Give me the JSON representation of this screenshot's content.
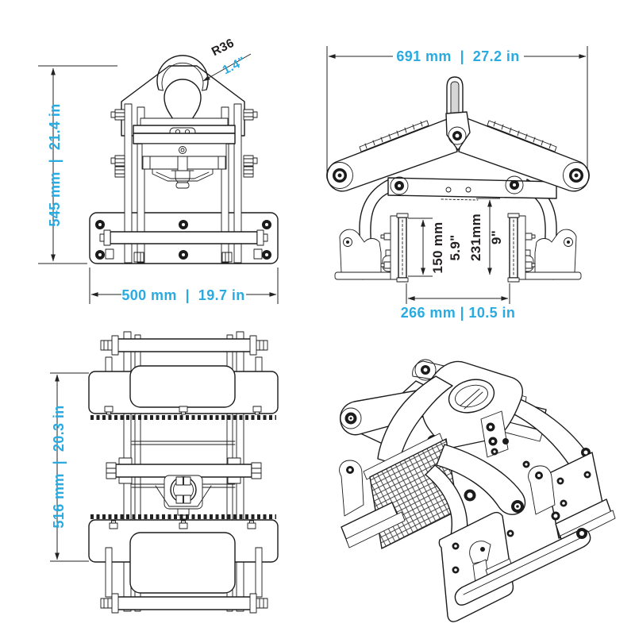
{
  "colors": {
    "dimension_accent": "#29ABE2",
    "dimension_ink": "#231F20",
    "line_ink": "#1B1B1B"
  },
  "front_view": {
    "height_dim": "545 mm  |  21.4 in",
    "width_dim": "500 mm  |  19.7 in",
    "hook_radius_mm": "R36",
    "hook_radius_in": "1.4\""
  },
  "side_view": {
    "width_dim": "691 mm  |  27.2 in",
    "pad_height_mm": "150 mm",
    "pad_height_in": "5.9\"",
    "throat_depth_mm": "231mm",
    "throat_depth_in": "9\"",
    "jaw_opening_dim": "266 mm | 10.5 in"
  },
  "top_view": {
    "depth_dim": "516 mm  |  20.3 in"
  }
}
